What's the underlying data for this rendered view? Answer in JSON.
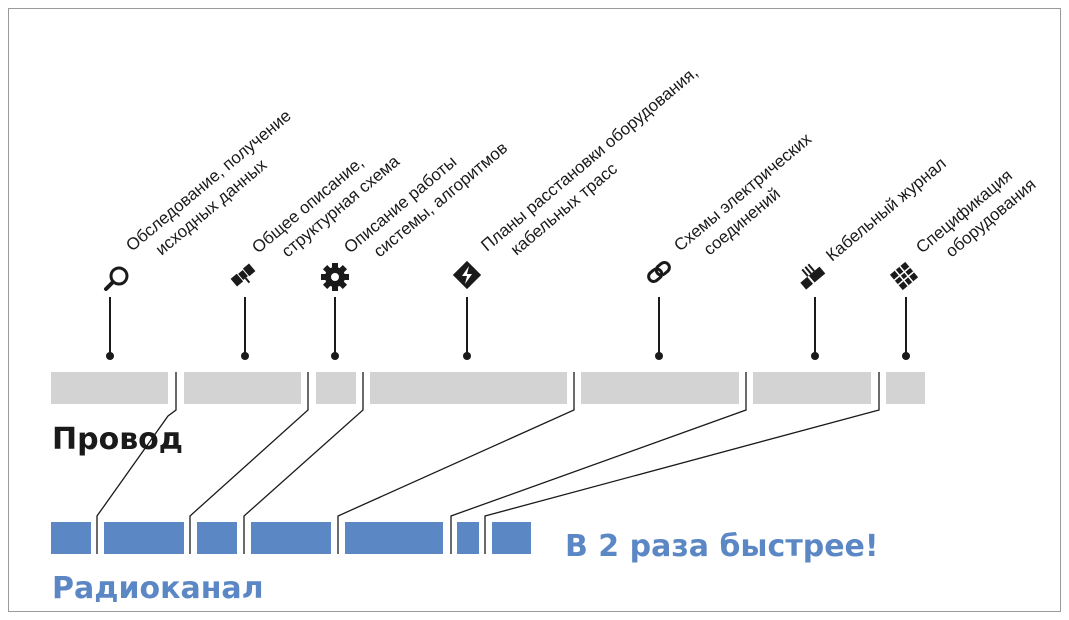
{
  "stages": [
    {
      "lines": [
        "Обследование, получение",
        "исходных данных"
      ],
      "icon": "magnifier-icon"
    },
    {
      "lines": [
        "Общее описание,",
        "структурная схема"
      ],
      "icon": "satellite-icon"
    },
    {
      "lines": [
        "Описание работы",
        "системы, алгоритмов"
      ],
      "icon": "gear-icon"
    },
    {
      "lines": [
        "Планы расстановки оборудования,",
        "кабельных трасс"
      ],
      "icon": "lightning-icon"
    },
    {
      "lines": [
        "Схемы электрических",
        "соединений"
      ],
      "icon": "chain-link-icon"
    },
    {
      "lines": [
        "Кабельный журнал"
      ],
      "icon": "cable-icon"
    },
    {
      "lines": [
        "Спецификация",
        "оборудования"
      ],
      "icon": "grid-icon"
    }
  ],
  "wire": {
    "title": "Провод"
  },
  "radio": {
    "title": "Радиоканал",
    "tagline": "В 2 раза быстрее!"
  },
  "colors": {
    "wire_bar": "#d3d3d3",
    "radio_bar": "#5b87c5",
    "text_blue": "#5b87c5",
    "line": "#1a1a1a"
  }
}
